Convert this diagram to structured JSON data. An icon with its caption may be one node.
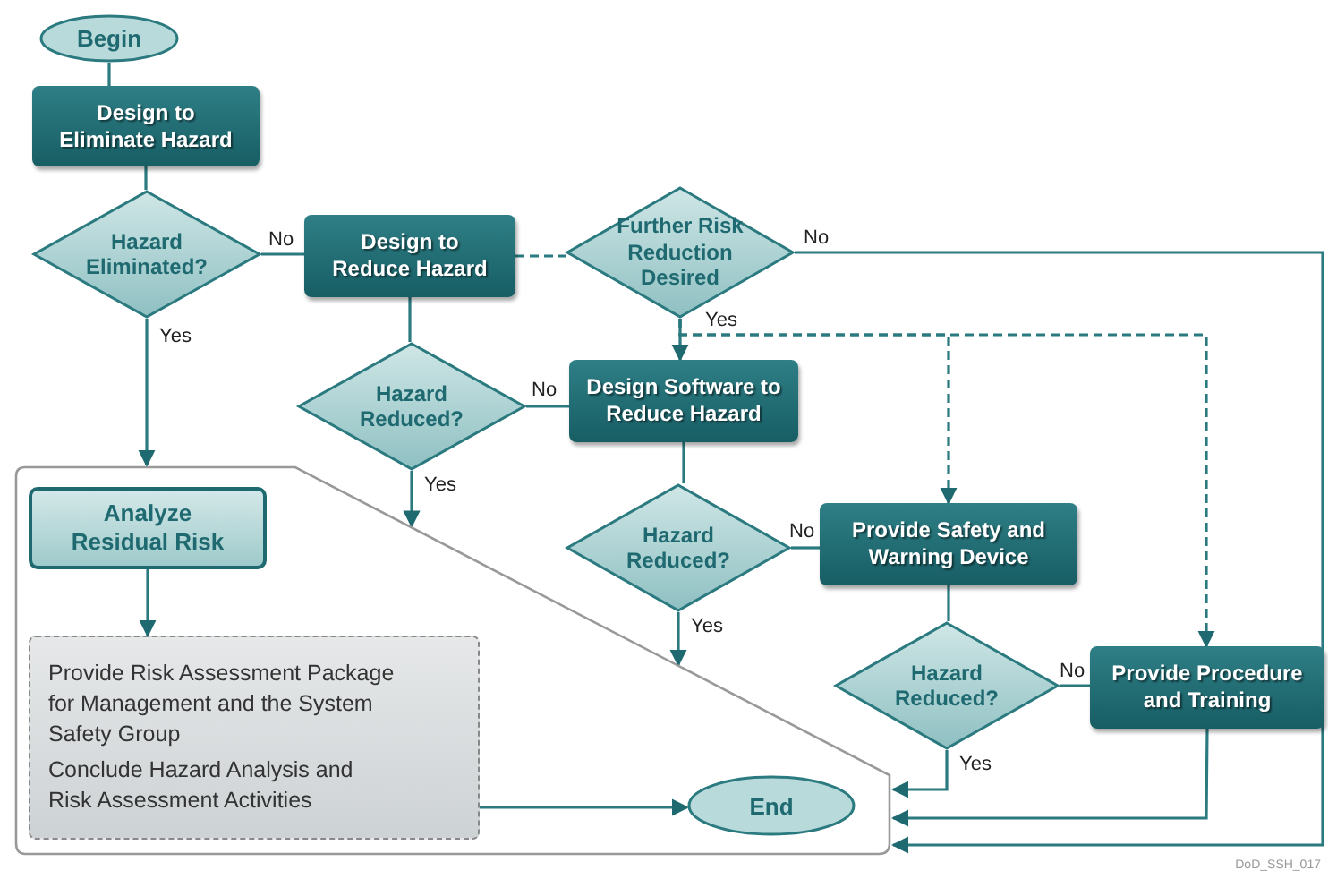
{
  "diagram": {
    "nodes": [
      {
        "text": [
          "Begin"
        ]
      },
      {
        "text": [
          "Design to Eliminate Hazard"
        ]
      },
      {
        "text": [
          "Hazard Eliminated?"
        ]
      },
      {
        "text": [
          "Design to Reduce Hazard"
        ]
      },
      {
        "text": [
          "Further Risk Reduction Desired"
        ]
      },
      {
        "text": [
          "Hazard Reduced?"
        ]
      },
      {
        "text": [
          "Design Software to Reduce Hazard"
        ]
      },
      {
        "text": [
          "Hazard Reduced?"
        ]
      },
      {
        "text": [
          "Provide Safety and Warning Device"
        ]
      },
      {
        "text": [
          "Hazard Reduced?"
        ]
      },
      {
        "text": [
          "Provide Procedure and Training"
        ]
      },
      {
        "text": [],
        "shape": "box"
      },
      {
        "text": [
          "Analyze Residual Risk"
        ],
        "in": 11
      },
      {
        "text": [
          "Provide Risk Assessment Package for Management and the System Safety Group",
          "Conclude Hazard Analysis and Risk Assessment Activities"
        ],
        "in": 11
      },
      {
        "text": [
          "End"
        ],
        "in": 11
      }
    ],
    "edges": [
      {
        "from": 0,
        "to": 1,
        "arrow": "none"
      },
      {
        "from": 1,
        "to": 2,
        "arrow": "none"
      },
      {
        "from": 2,
        "to": 3,
        "arrow": "none",
        "label": "No"
      },
      {
        "from": 2,
        "to": 11,
        "arrow": "to",
        "label": "Yes"
      },
      {
        "from": 3,
        "to": 5,
        "arrow": "none"
      },
      {
        "from": 3,
        "to": 4,
        "arrow": "none",
        "style": "dashed"
      },
      {
        "from": 4,
        "to": 6,
        "arrow": "to",
        "label": "Yes"
      },
      {
        "from": 4,
        "to": 8,
        "arrow": "to",
        "style": "dashed"
      },
      {
        "from": 4,
        "to": 10,
        "arrow": "to",
        "style": "dashed"
      },
      {
        "from": 4,
        "to": 11,
        "arrow": "to",
        "label": "No"
      },
      {
        "from": 5,
        "to": 6,
        "arrow": "none",
        "label": "No"
      },
      {
        "from": 5,
        "to": 11,
        "arrow": "to",
        "label": "Yes"
      },
      {
        "from": 6,
        "to": 7,
        "arrow": "none"
      },
      {
        "from": 7,
        "to": 8,
        "arrow": "none",
        "label": "No"
      },
      {
        "from": 7,
        "to": 11,
        "arrow": "to",
        "label": "Yes"
      },
      {
        "from": 8,
        "to": 9,
        "arrow": "none"
      },
      {
        "from": 9,
        "to": 10,
        "arrow": "none",
        "label": "No"
      },
      {
        "from": 9,
        "to": 11,
        "arrow": "to",
        "label": "Yes"
      },
      {
        "from": 10,
        "to": 11,
        "arrow": "to"
      },
      {
        "from": 12,
        "to": 13,
        "arrow": "to"
      },
      {
        "from": 13,
        "to": 14,
        "arrow": "to"
      }
    ],
    "labels": [
      "DoD_SSH_017"
    ]
  }
}
